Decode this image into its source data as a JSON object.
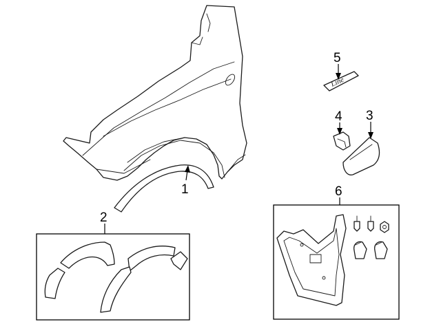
{
  "callouts": {
    "part1": "1",
    "part2": "2",
    "part3": "3",
    "part4": "4",
    "part5": "5",
    "part6": "6"
  },
  "emblem_text": "Line",
  "colors": {
    "line": "#1a1a1a",
    "background": "#ffffff"
  }
}
